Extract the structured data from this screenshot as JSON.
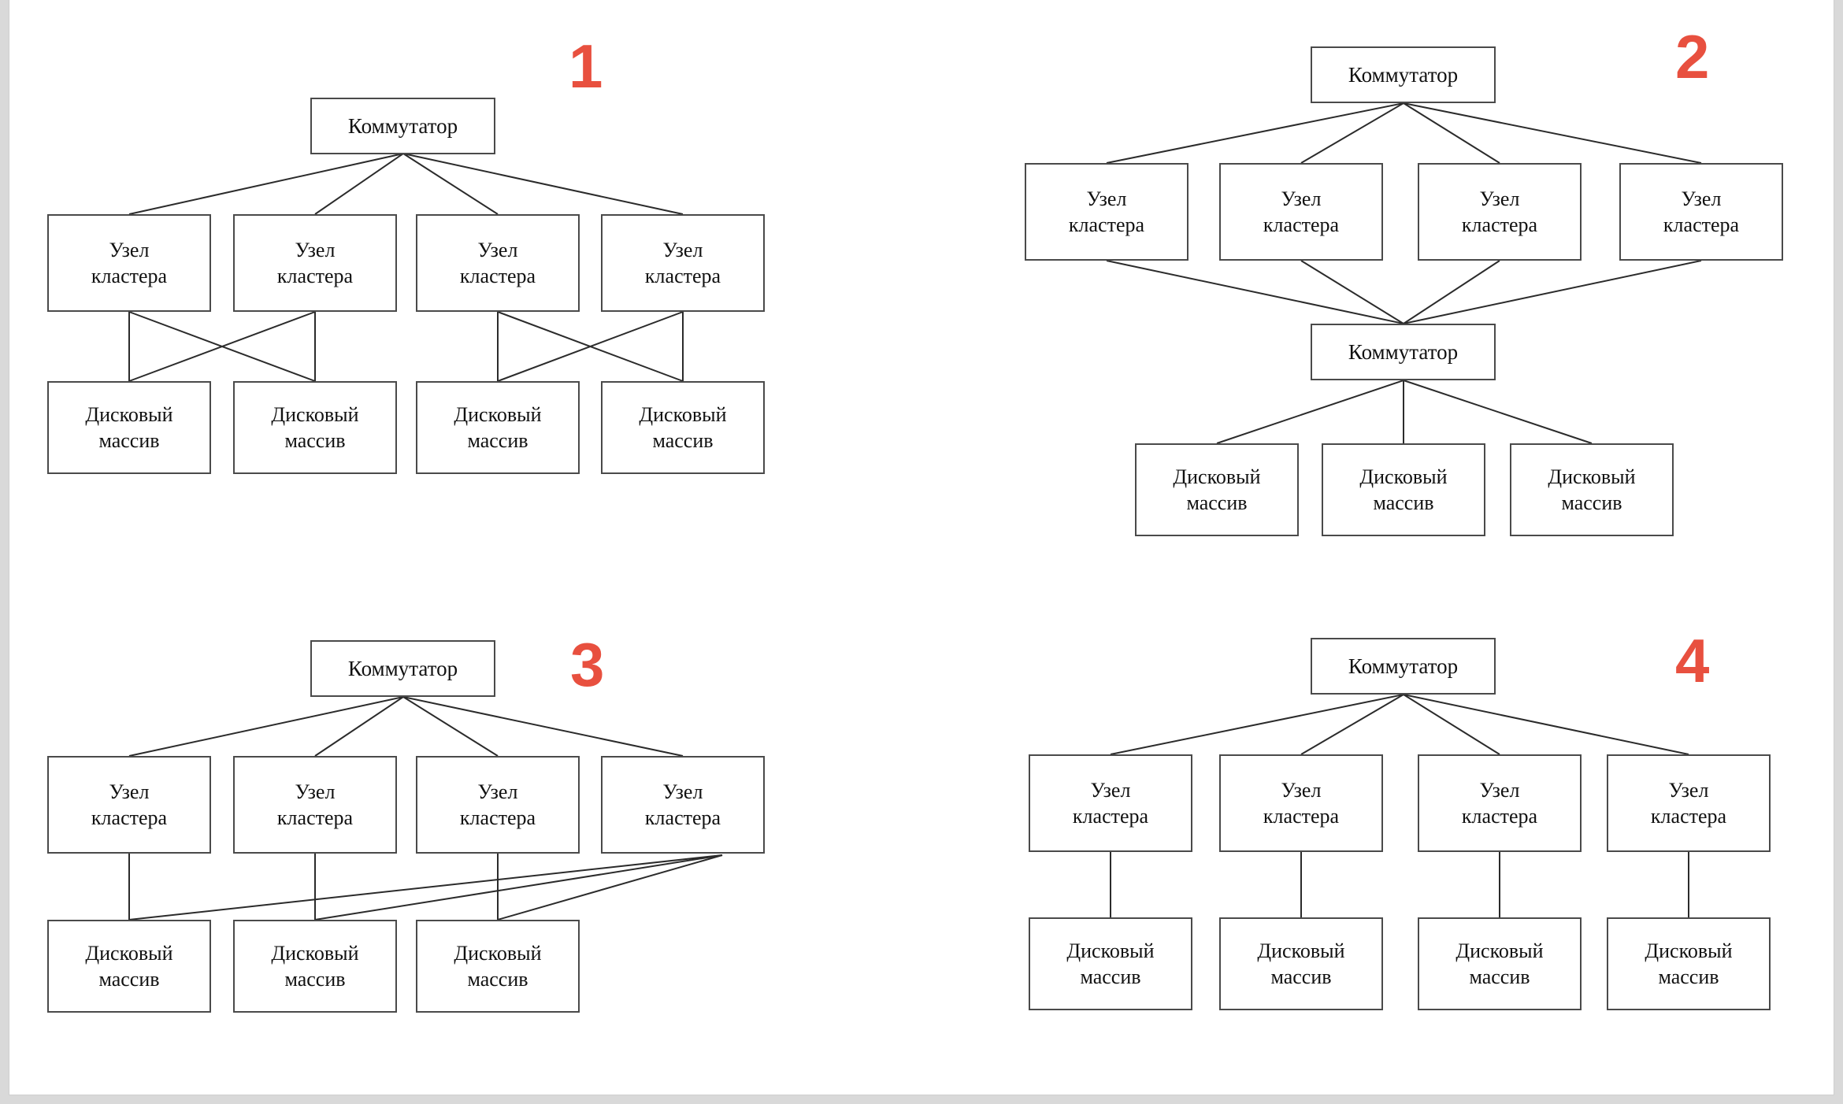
{
  "page": {
    "background": "#ffffff",
    "page_border": "#d9d9d9",
    "numeral_color": "#e8503f",
    "box_border_color": "#4a4a4a",
    "line_color": "#2b2b2b"
  },
  "labels": {
    "switch": "Коммутатор",
    "node_line1": "Узел",
    "node_line2": "кластера",
    "array_line1": "Дисковый",
    "array_line2": "массив"
  },
  "diagrams": [
    {
      "numeral": "1",
      "topology": "switch-to-4-nodes, nodes cross-meshed in pairs to 4 disk arrays",
      "switches": 1,
      "cluster_nodes": 4,
      "disk_arrays": 4,
      "edges": [
        "switch->node1",
        "switch->node2",
        "switch->node3",
        "switch->node4",
        "node1->array1",
        "node1->array2",
        "node2->array1",
        "node2->array2",
        "node3->array3",
        "node3->array4",
        "node4->array3",
        "node4->array4"
      ]
    },
    {
      "numeral": "2",
      "topology": "switch-to-4-nodes, all nodes to second switch, second switch to 3 disk arrays",
      "switches": 2,
      "cluster_nodes": 4,
      "disk_arrays": 3,
      "edges": [
        "switch1->node1",
        "switch1->node2",
        "switch1->node3",
        "switch1->node4",
        "node1->switch2",
        "node2->switch2",
        "node3->switch2",
        "node4->switch2",
        "switch2->array1",
        "switch2->array2",
        "switch2->array3"
      ]
    },
    {
      "numeral": "3",
      "topology": "switch-to-4-nodes, nodes 1-3 direct to own array, node 4 fans to all 3 arrays",
      "switches": 1,
      "cluster_nodes": 4,
      "disk_arrays": 3,
      "edges": [
        "switch->node1",
        "switch->node2",
        "switch->node3",
        "switch->node4",
        "node1->array1",
        "node2->array2",
        "node3->array3",
        "node4->array1",
        "node4->array2",
        "node4->array3"
      ]
    },
    {
      "numeral": "4",
      "topology": "switch-to-4-nodes, each node directly to its own disk array",
      "switches": 1,
      "cluster_nodes": 4,
      "disk_arrays": 4,
      "edges": [
        "switch->node1",
        "switch->node2",
        "switch->node3",
        "switch->node4",
        "node1->array1",
        "node2->array2",
        "node3->array3",
        "node4->array4"
      ]
    }
  ]
}
